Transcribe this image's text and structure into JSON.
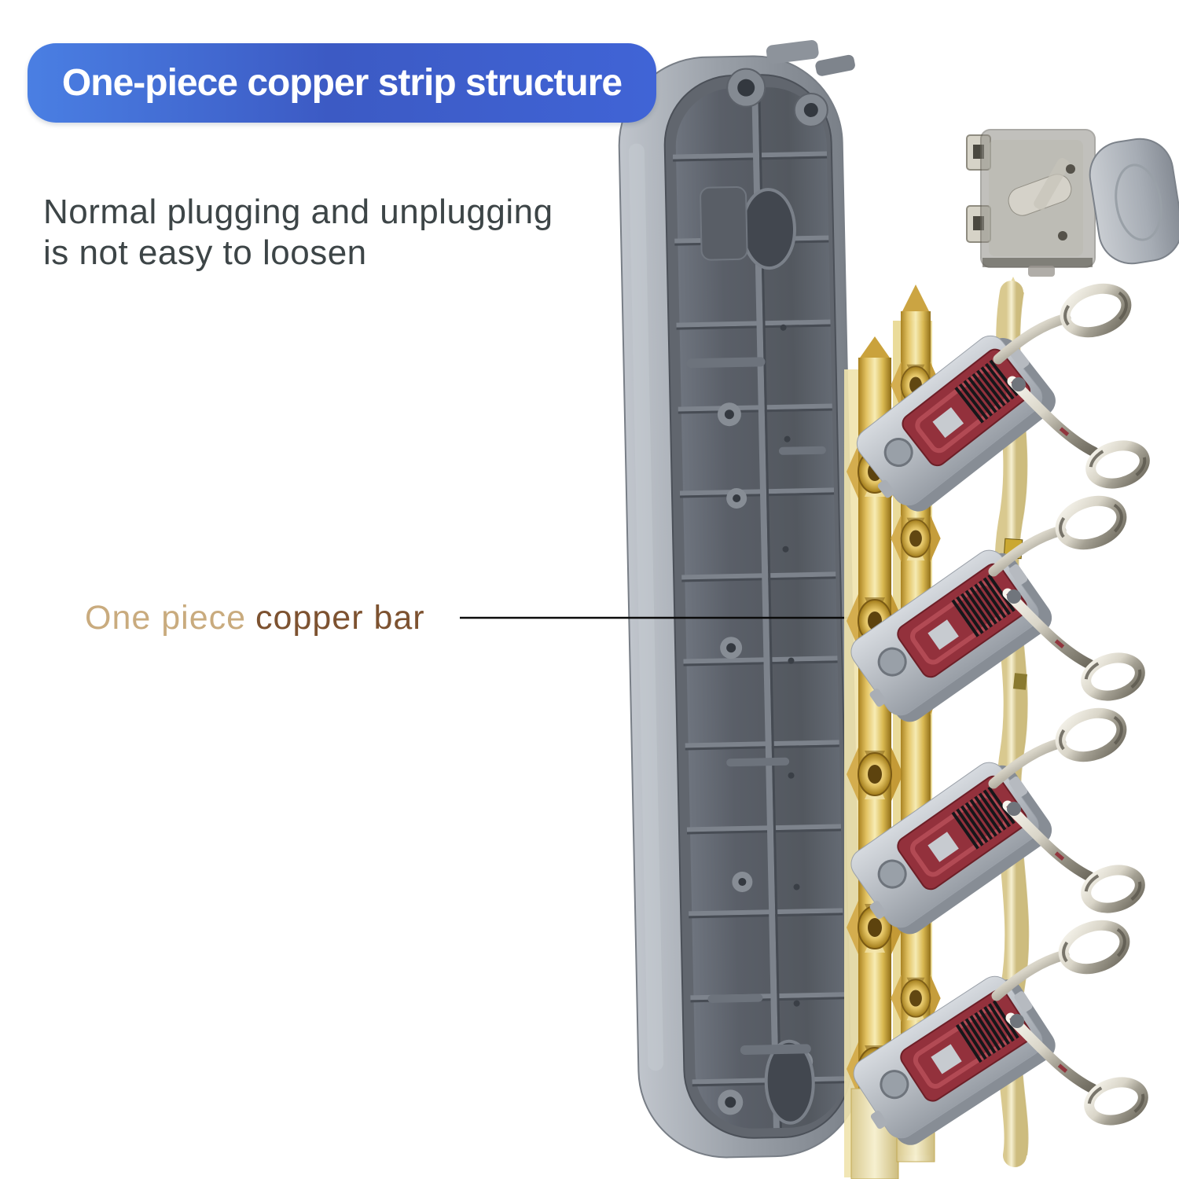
{
  "banner": {
    "label": "One-piece copper strip structure"
  },
  "description": {
    "line1": "Normal plugging and unplugging",
    "line2": "is not easy to loosen"
  },
  "annotation": {
    "label_light": "One piece",
    "label_dark": "copper bar"
  },
  "illustration": {
    "subject": "power strip back shell exploded view",
    "parts": [
      "back-shell",
      "one-piece-copper-bars",
      "neutral-strip",
      "contact-modules",
      "spring-contacts",
      "rocker-switch"
    ]
  },
  "colors": {
    "banner_g1": "#4a7fe3",
    "banner_g2": "#3c5ac4",
    "banner_g3": "#4064d6",
    "banner_text": "#ffffff",
    "desc_text": "#3d4547",
    "annot_light": "#c9ab7e",
    "annot_dark": "#7d5230",
    "annot_line": "#0b0b0b",
    "shell_gray": "#9aa0a8",
    "shell_cavity": "#565b63",
    "copper_gold": "#e3c363",
    "copper_pale": "#f2e9c2",
    "module_gray": "#bfc3c9",
    "module_red": "#93313c",
    "chrome": "#ece9dd",
    "switch_smoke": "#8f8d86"
  }
}
